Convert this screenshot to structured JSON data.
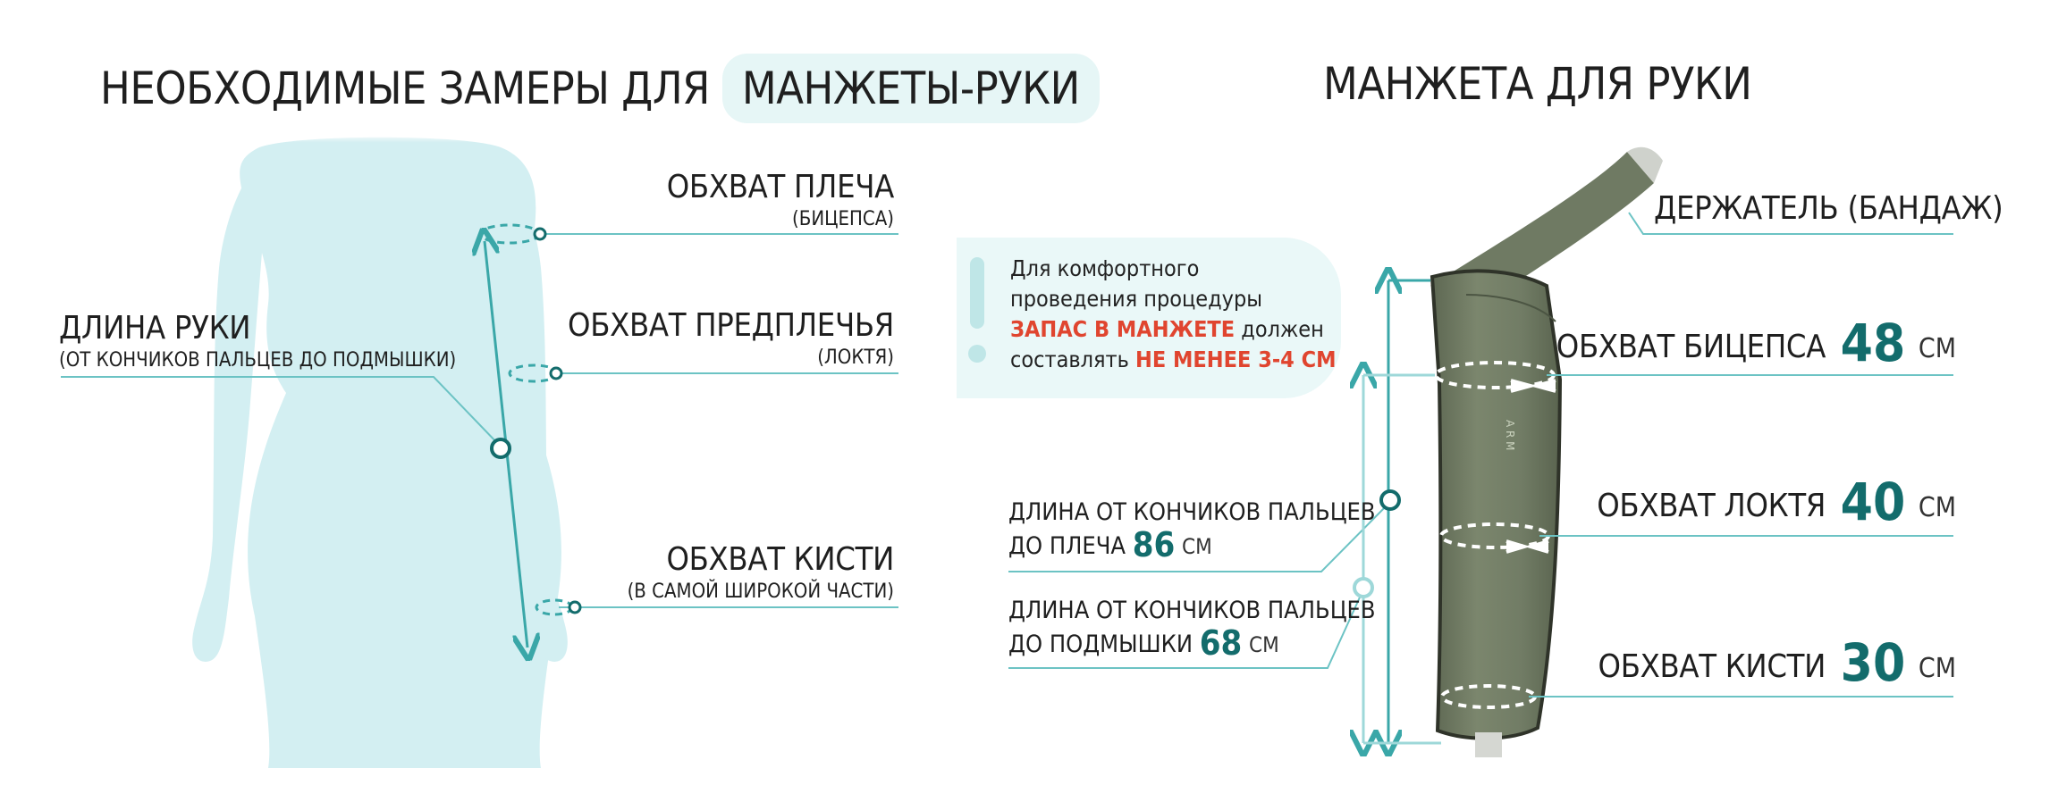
{
  "left_panel": {
    "title_prefix": "НЕОБХОДИМЫЕ ЗАМЕРЫ ДЛЯ",
    "title_highlight": "МАНЖЕТЫ-РУКИ",
    "labels": {
      "shoulder_main": "ОБХВАТ ПЛЕЧА",
      "shoulder_sub": "(БИЦЕПСА)",
      "forearm_main": "ОБХВАТ ПРЕДПЛЕЧЬЯ",
      "forearm_sub": "(ЛОКТЯ)",
      "wrist_main": "ОБХВАТ КИСТИ",
      "wrist_sub": "(В САМОЙ ШИРОКОЙ ЧАСТИ)",
      "arm_length_main": "ДЛИНА РУКИ",
      "arm_length_sub": "(ОТ КОНЧИКОВ ПАЛЬЦЕВ ДО ПОДМЫШКИ)"
    }
  },
  "right_panel": {
    "title": "МАНЖЕТА ДЛЯ РУКИ",
    "holder": "ДЕРЖАТЕЛЬ (БАНДАЖ)",
    "info": {
      "line1": "Для комфортного",
      "line2": "проведения процедуры",
      "line3_red": "ЗАПАС В МАНЖЕТЕ",
      "line3_rest": " должен",
      "line4_pre": "составлять ",
      "line4_red": "НЕ МЕНЕЕ 3-4 СМ"
    },
    "measures": [
      {
        "label": "ОБХВАТ БИЦЕПСА",
        "value": "48",
        "unit": "СМ"
      },
      {
        "label": "ОБХВАТ ЛОКТЯ",
        "value": "40",
        "unit": "СМ"
      },
      {
        "label": "ОБХВАТ КИСТИ",
        "value": "30",
        "unit": "СМ"
      }
    ],
    "lengths": [
      {
        "line1": "ДЛИНА ОТ КОНЧИКОВ ПАЛЬЦЕВ",
        "line2": "ДО ПЛЕЧА ",
        "value": "86",
        "unit": "СМ"
      },
      {
        "line1": "ДЛИНА ОТ КОНЧИКОВ ПАЛЬЦЕВ",
        "line2": "ДО ПОДМЫШКИ ",
        "value": "68",
        "unit": "СМ"
      }
    ]
  },
  "colors": {
    "teal_dark": "#136c6c",
    "teal": "#3aa7a8",
    "teal_light": "#9ed8d9",
    "silhouette": "#d3eff2",
    "cuff": "#6f7a63",
    "red": "#e0452f"
  }
}
